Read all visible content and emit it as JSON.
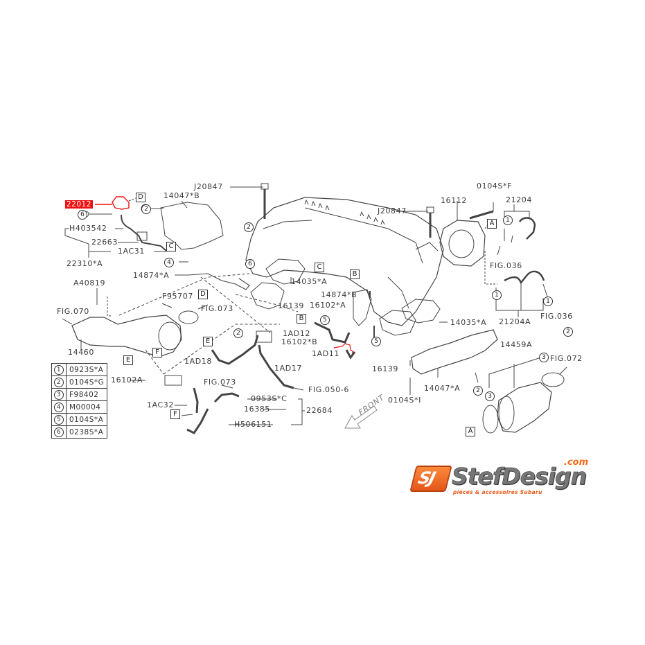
{
  "diagram": {
    "title": "Intake manifold / throttle body parts diagram",
    "highlighted_part": "22012",
    "highlight_color": "#ee1111",
    "accent_color": "#e8601c"
  },
  "labels": {
    "p22012": "22012",
    "h403542": "H403542",
    "p22663": "22663",
    "p1ac31": "1AC31",
    "p22310a": "22310*A",
    "p14047b": "14047*B",
    "j20847_left": "J20847",
    "j20847_right": "J20847",
    "p16112": "16112",
    "p0104sf": "0104S*F",
    "p21204": "21204",
    "fig036_top": "FIG.036",
    "fig036_right": "FIG.036",
    "p21204a": "21204A",
    "a40819": "A40819",
    "p14874a": "14874*A",
    "f95707": "F95707",
    "fig073_top": "FIG.073",
    "fig070": "FIG.070",
    "p14460": "14460",
    "p14035a_left": "14035*A",
    "p14035a_right": "14035*A",
    "p16139_left": "16139",
    "p16139_right": "16139",
    "p14874b": "14874*B",
    "p16102a_star": "16102*A",
    "p1ad12": "1AD12",
    "p16102b": "16102*B",
    "p1ad11": "1AD11",
    "p1ad18": "1AD18",
    "p1ad17": "1AD17",
    "p16102a": "16102A",
    "fig073_bottom": "FIG.073",
    "p0953sc": "0953S*C",
    "p1ac32": "1AC32",
    "p16385": "16385",
    "p22684": "22684",
    "h506151": "H506151",
    "fig050_6": "FIG.050-6",
    "p0104si": "0104S*I",
    "p14047a": "14047*A",
    "p14459a": "14459A",
    "fig072": "FIG.072",
    "front": "FRONT"
  },
  "ref_boxes": {
    "a": "A",
    "b": "B",
    "c": "C",
    "d": "D",
    "e": "E",
    "f": "F"
  },
  "callouts": {
    "one": "1",
    "two": "2",
    "three": "3",
    "four": "4",
    "five": "5",
    "six": "6"
  },
  "legend": [
    {
      "num": "1",
      "part": "0923S*A"
    },
    {
      "num": "2",
      "part": "0104S*G"
    },
    {
      "num": "3",
      "part": "F98402"
    },
    {
      "num": "4",
      "part": "M00004"
    },
    {
      "num": "5",
      "part": "0104S*A"
    },
    {
      "num": "6",
      "part": "0238S*A"
    }
  ],
  "logo": {
    "mark": "SJ",
    "name": "StefDesign",
    "dotcom": ".com",
    "tagline": "pièces & accessoires Subaru"
  }
}
